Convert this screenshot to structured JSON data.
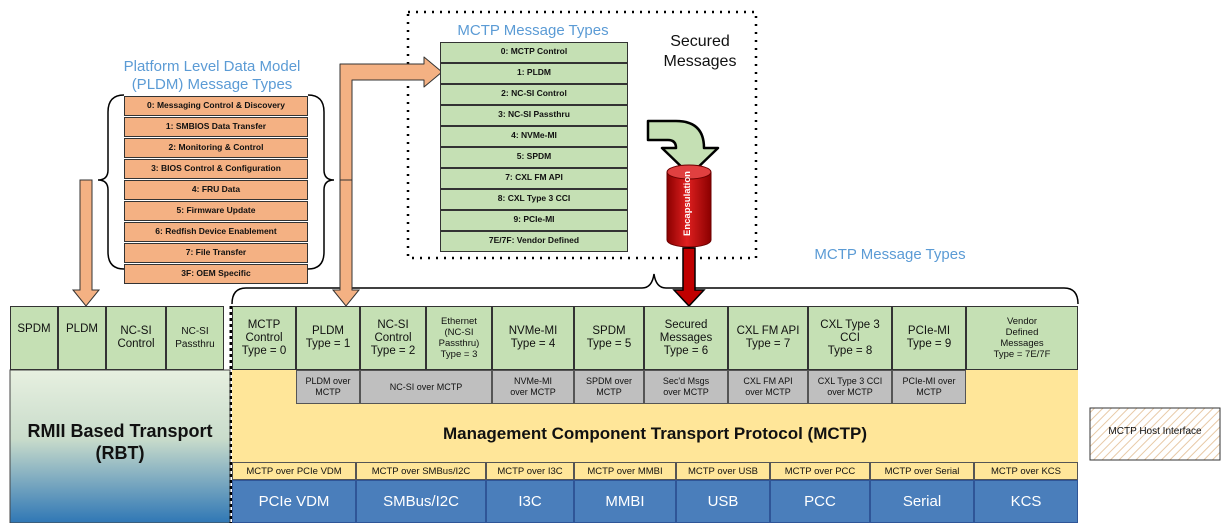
{
  "pldm": {
    "title_line1": "Platform Level Data Model",
    "title_line2": "(PLDM) Message Types",
    "items": [
      "0: Messaging Control & Discovery",
      "1: SMBIOS Data Transfer",
      "2: Monitoring & Control",
      "3:  BIOS Control & Configuration",
      "4: FRU Data",
      "5: Firmware Update",
      "6: Redfish Device Enablement",
      "7: File Transfer",
      "3F: OEM Specific"
    ]
  },
  "secured": {
    "title": "MCTP Message Types",
    "label_line1": "Secured",
    "label_line2": "Messages",
    "items": [
      "0: MCTP Control",
      "1: PLDM",
      "2: NC-SI Control",
      "3: NC-SI Passthru",
      "4: NVMe-MI",
      "5: SPDM",
      "7: CXL FM API",
      "8: CXL Type 3 CCI",
      "9: PCIe-MI",
      "7E/7F: Vendor Defined"
    ],
    "cylinder_label": "Encapsulation"
  },
  "mctp_types_title": "MCTP Message Types",
  "rbt": {
    "types": [
      [
        "SPDM"
      ],
      [
        "PLDM"
      ],
      [
        "NC-SI",
        "Control"
      ],
      [
        "NC-SI",
        "Passthru"
      ]
    ],
    "label_line1": "RMII Based Transport",
    "label_line2": "(RBT)"
  },
  "mctp": {
    "types": [
      [
        "MCTP",
        "Control",
        "Type = 0"
      ],
      [
        "PLDM",
        "Type = 1"
      ],
      [
        "NC-SI",
        "Control",
        "Type = 2"
      ],
      [
        "Ethernet",
        "(NC-SI",
        "Passthru)",
        "Type = 3"
      ],
      [
        "NVMe-MI",
        "Type = 4"
      ],
      [
        "SPDM",
        "Type = 5"
      ],
      [
        "Secured",
        "Messages",
        "Type = 6"
      ],
      [
        "CXL FM API",
        "Type = 7"
      ],
      [
        "CXL Type 3",
        "CCI",
        "Type = 8"
      ],
      [
        "PCIe-MI",
        "Type = 9"
      ],
      [
        "Vendor",
        "Defined",
        "Messages",
        "Type = 7E/7F"
      ]
    ],
    "over": [
      [
        "PLDM over",
        "MCTP"
      ],
      [
        "NC-SI over MCTP"
      ],
      [
        "NVMe-MI",
        "over MCTP"
      ],
      [
        "SPDM over",
        "MCTP"
      ],
      [
        "Sec'd Msgs",
        "over MCTP"
      ],
      [
        "CXL FM API",
        "over MCTP"
      ],
      [
        "CXL Type 3 CCI",
        "over MCTP"
      ],
      [
        "PCIe-MI over",
        "MCTP"
      ]
    ],
    "protocol_label": "Management Component Transport Protocol (MCTP)",
    "bindings": [
      "MCTP over PCIe VDM",
      "MCTP over SMBus/I2C",
      "MCTP over I3C",
      "MCTP over MMBI",
      "MCTP over USB",
      "MCTP over PCC",
      "MCTP over Serial",
      "MCTP over KCS"
    ],
    "physical": [
      "PCIe VDM",
      "SMBus/I2C",
      "I3C",
      "MMBI",
      "USB",
      "PCC",
      "Serial",
      "KCS"
    ]
  },
  "host_interface": "MCTP Host Interface",
  "colors": {
    "pldm_orange": "#f4b183",
    "type_green": "#c5e0b4",
    "mctp_yellow": "#ffe699",
    "phys_blue": "#4a7ebb",
    "title_blue": "#5b9bd5",
    "encap_red": "#c00000"
  }
}
